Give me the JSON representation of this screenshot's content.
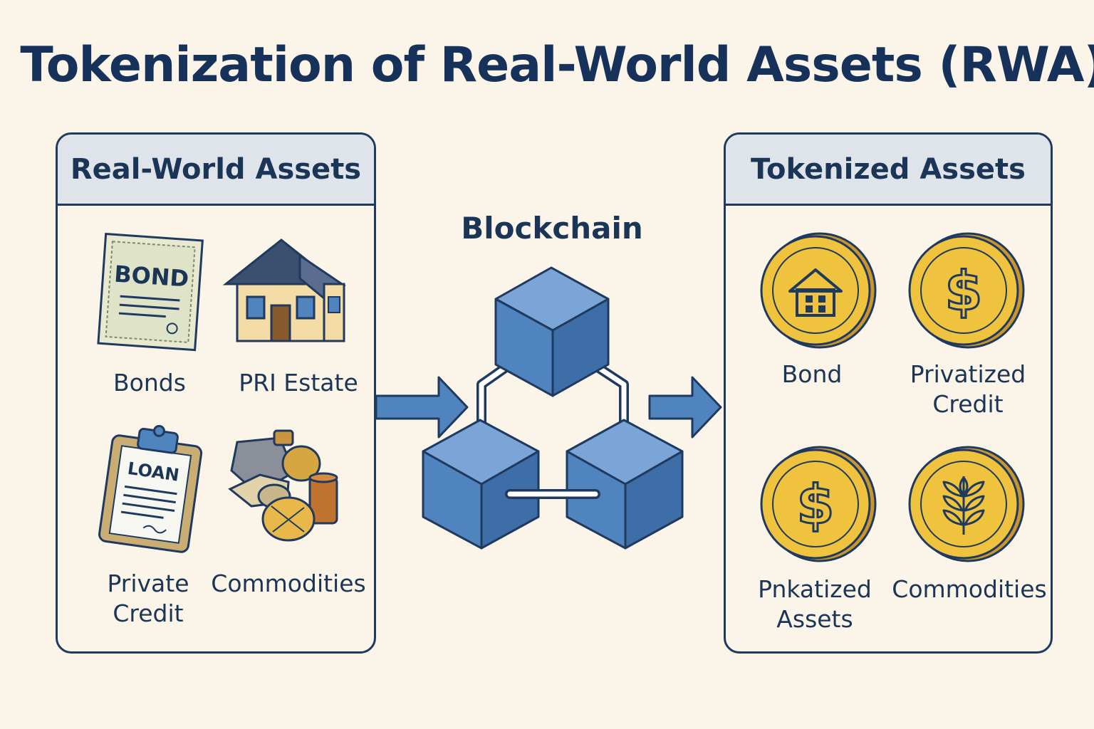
{
  "title": "Tokenization of Real-World Assets (RWA)",
  "left_panel": {
    "header": "Real-World Assets",
    "items": [
      {
        "label": "Bonds",
        "icon": "bond-certificate-icon",
        "icon_text": "BOND"
      },
      {
        "label": "PRI Estate",
        "icon": "house-icon"
      },
      {
        "label": "Private Credit",
        "icon": "loan-clipboard-icon",
        "icon_text": "LOAN"
      },
      {
        "label": "Commodities",
        "icon": "commodities-icon"
      }
    ]
  },
  "center": {
    "label": "Blockchain"
  },
  "right_panel": {
    "header": "Tokenized Assets",
    "items": [
      {
        "label": "Bond",
        "icon": "house-coin-icon"
      },
      {
        "label": "Privatized Credit",
        "icon": "dollar-coin-icon"
      },
      {
        "label": "Pnkatized Assets",
        "icon": "dollar-coin-icon"
      },
      {
        "label": "Commodities",
        "icon": "wheat-coin-icon"
      }
    ]
  },
  "colors": {
    "background": "#fbf4e8",
    "navy": "#1b3556",
    "block_blue": "#4f84bf",
    "coin_gold": "#f0c33f"
  }
}
